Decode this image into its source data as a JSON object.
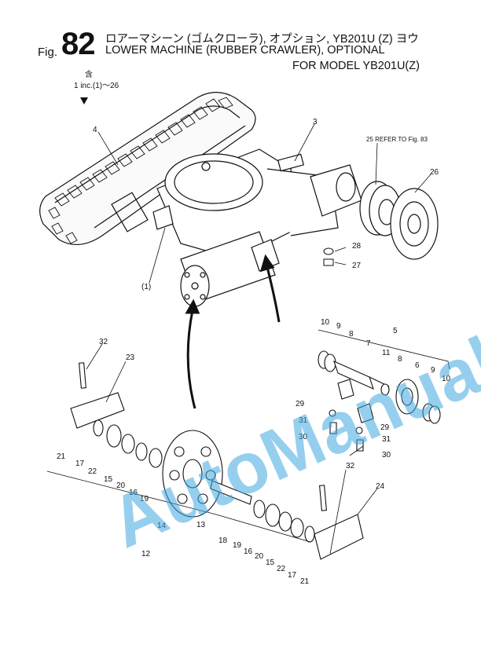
{
  "header": {
    "fig_prefix": "Fig.",
    "fig_number": "82",
    "title_jp": "ロアーマシーン (ゴムクローラ), オプション, YB201U (Z) ヨウ",
    "title_en": "LOWER MACHINE (RUBBER CRAWLER), OPTIONAL",
    "model_line": "FOR MODEL YB201U(Z)"
  },
  "notes": {
    "kanji": "含",
    "inc": "1 inc.(1)～26"
  },
  "watermark": "AutoManual",
  "callouts": {
    "c1": "(1)",
    "c3": "3",
    "c4": "4",
    "c25": "25 REFER TO Fig. 83",
    "c26": "26",
    "c28": "28",
    "c27": "27",
    "c10a": "10",
    "c9a": "9",
    "c8a": "8",
    "c7": "7",
    "c5": "5",
    "c11": "11",
    "c8b": "8",
    "c6": "6",
    "c9b": "9",
    "c10b": "10",
    "c29a": "29",
    "c29b": "29",
    "c31a": "31",
    "c31b": "31",
    "c30a": "30",
    "c30b": "30",
    "c32a": "32",
    "c23": "23",
    "c21a": "21",
    "c17a": "17",
    "c22a": "22",
    "c15a": "15",
    "c20a": "20",
    "c16a": "16",
    "c19a": "19",
    "c14": "14",
    "c13": "13",
    "c12": "12",
    "c18": "18",
    "c19b": "19",
    "c16b": "16",
    "c20b": "20",
    "c15b": "15",
    "c22b": "22",
    "c17b": "17",
    "c21b": "21",
    "c32b": "32",
    "c24": "24"
  }
}
